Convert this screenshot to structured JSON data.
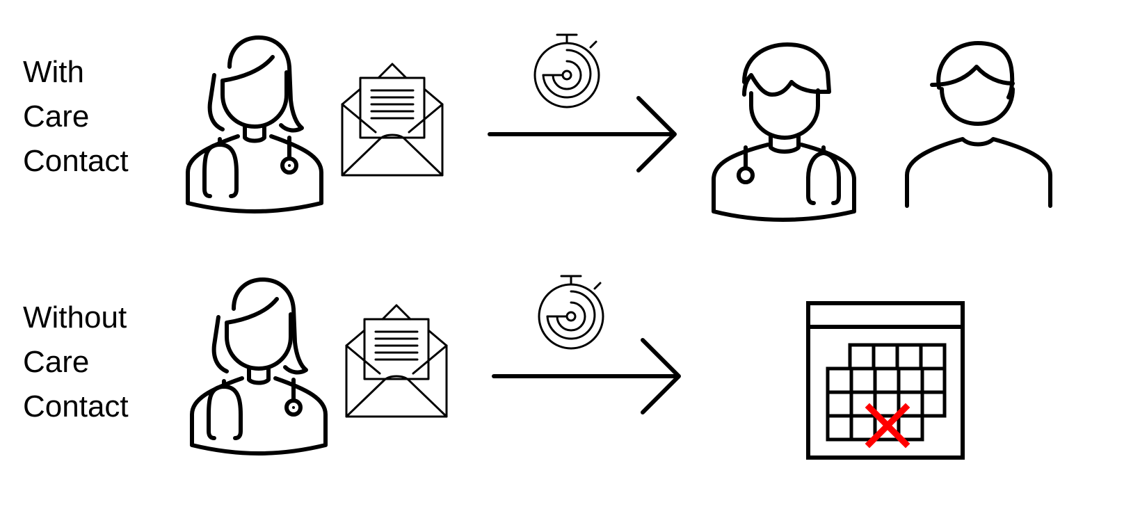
{
  "rows": [
    {
      "label_lines": [
        "With",
        "Care",
        "Contact"
      ],
      "outcome": "receives-care"
    },
    {
      "label_lines": [
        "Without",
        "Care",
        "Contact"
      ],
      "outcome": "no-appointment"
    }
  ],
  "icons": {
    "doctor": "female-doctor-icon",
    "letter": "letter-envelope-icon",
    "timer": "stopwatch-icon",
    "arrow": "arrow-right-icon",
    "care_doctor": "male-doctor-icon",
    "patient": "patient-icon",
    "calendar": "calendar-icon",
    "cancel": "red-x-icon"
  },
  "colors": {
    "ink": "#000000",
    "cancel": "#ff0000",
    "background": "#ffffff"
  }
}
